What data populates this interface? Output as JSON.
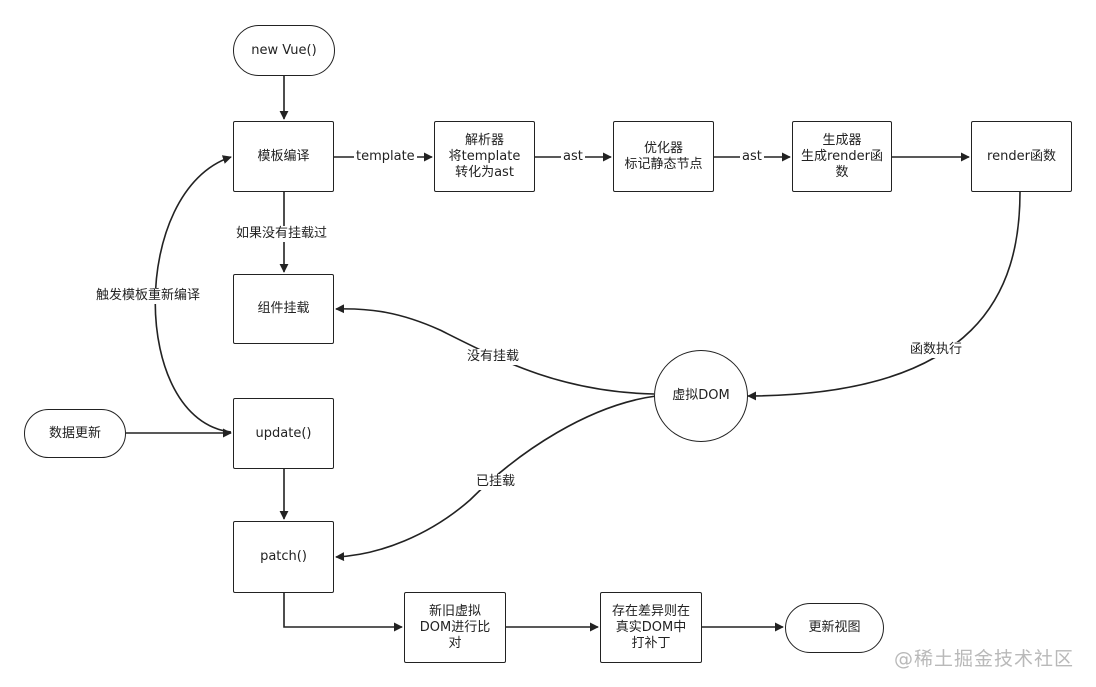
{
  "nodes": {
    "new_vue": "new Vue()",
    "compile": "模板编译",
    "parser": "解析器\n将template\n转化为ast",
    "optimizer": "优化器\n标记静态节点",
    "generator": "生成器\n生成render函\n数",
    "render_fn": "render函数",
    "mount": "组件挂载",
    "vdom": "虚拟DOM",
    "data_update": "数据更新",
    "update": "update()",
    "patch": "patch()",
    "diff": "新旧虚拟\nDOM进行比\n对",
    "apply": "存在差异则在\n真实DOM中\n打补丁",
    "update_view": "更新视图"
  },
  "edge_labels": {
    "template": "template",
    "ast1": "ast",
    "ast2": "ast",
    "not_mounted_before": "如果没有挂载过",
    "recompile": "触发模板重新编译",
    "execute": "函数执行",
    "not_mounted": "没有挂载",
    "mounted": "已挂载"
  },
  "watermark": "@稀土掘金技术社区",
  "colors": {
    "stroke": "#222222",
    "background": "#ffffff"
  }
}
